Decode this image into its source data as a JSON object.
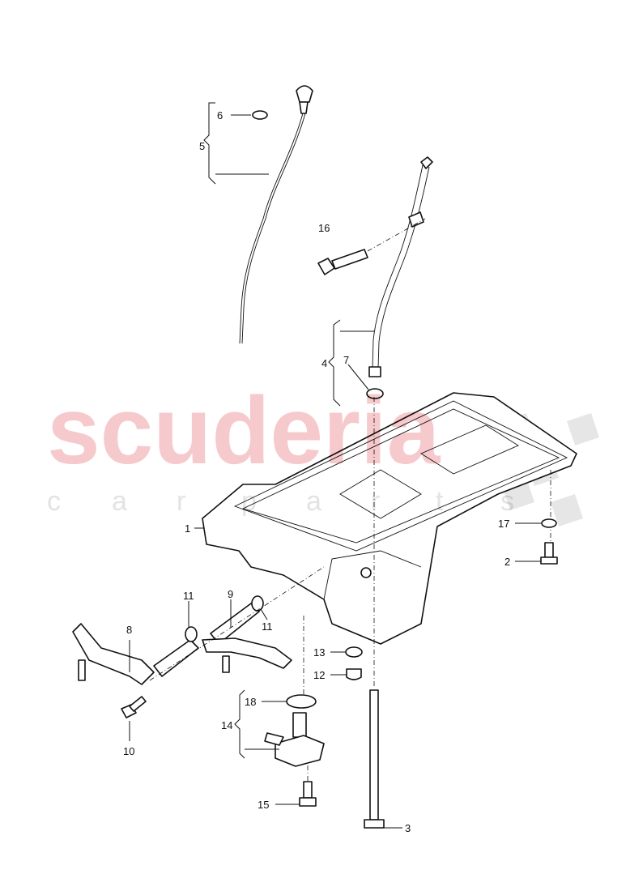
{
  "watermark": {
    "line1": "scuderia",
    "line2": [
      "c",
      "a",
      "r",
      "p",
      "a",
      "r",
      "t",
      "s"
    ],
    "color": "#f6c9cc"
  },
  "callouts": [
    {
      "id": "1",
      "text": "1"
    },
    {
      "id": "2",
      "text": "2"
    },
    {
      "id": "3",
      "text": "3"
    },
    {
      "id": "4",
      "text": "4"
    },
    {
      "id": "5",
      "text": "5"
    },
    {
      "id": "6",
      "text": "6"
    },
    {
      "id": "7",
      "text": "7"
    },
    {
      "id": "8",
      "text": "8"
    },
    {
      "id": "9",
      "text": "9"
    },
    {
      "id": "10",
      "text": "10"
    },
    {
      "id": "11a",
      "text": "11"
    },
    {
      "id": "11b",
      "text": "11"
    },
    {
      "id": "12",
      "text": "12"
    },
    {
      "id": "13",
      "text": "13"
    },
    {
      "id": "14",
      "text": "14"
    },
    {
      "id": "15",
      "text": "15"
    },
    {
      "id": "16",
      "text": "16"
    },
    {
      "id": "17",
      "text": "17"
    },
    {
      "id": "18",
      "text": "18"
    }
  ]
}
